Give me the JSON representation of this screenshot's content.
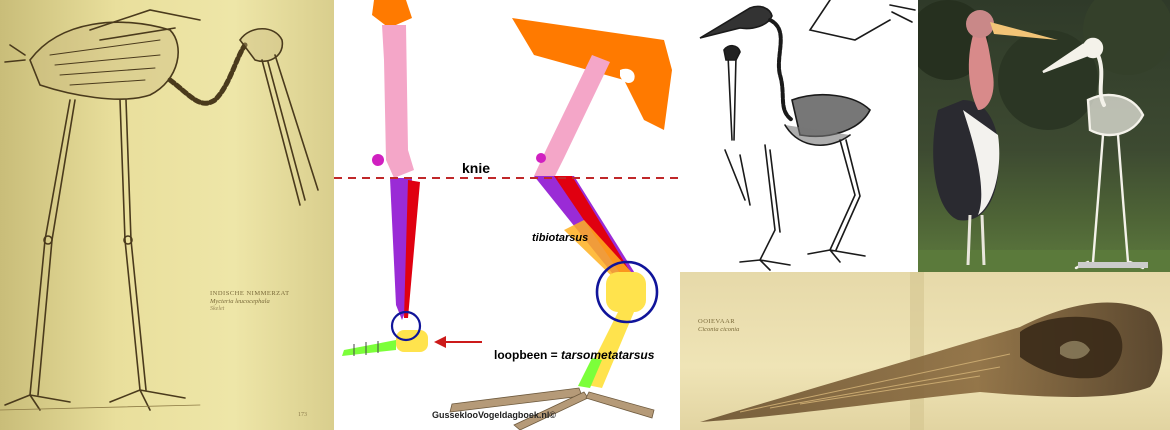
{
  "book_page": {
    "caption_line1": "Indische Nimmerzat",
    "caption_line2": "Mycteria leucocephala",
    "caption_line3": "Skelet",
    "page_number": "173"
  },
  "leg_diagram": {
    "knie_label": "knie",
    "tibiotarsus_label": "tibiotarsus",
    "loopbeen_prefix": "loopbeen = ",
    "loopbeen_term": "tarsometatarsus",
    "credit": "GusseklooVogeldagboek.nl©",
    "colors": {
      "femur": "#f4a6c8",
      "pelvis": "#ff7a00",
      "tibiotarsus": "#9a2bd6",
      "fibula": "#e00010",
      "tarsometatarsus": "#ffe34d",
      "toes": "#7cff3a",
      "circle": "#10149a",
      "knee_line": "#c0282a",
      "arrow": "#cc1a1a"
    }
  },
  "skull_page": {
    "caption_line1": "Ooievaar",
    "caption_line2": "Ciconia ciconia"
  }
}
